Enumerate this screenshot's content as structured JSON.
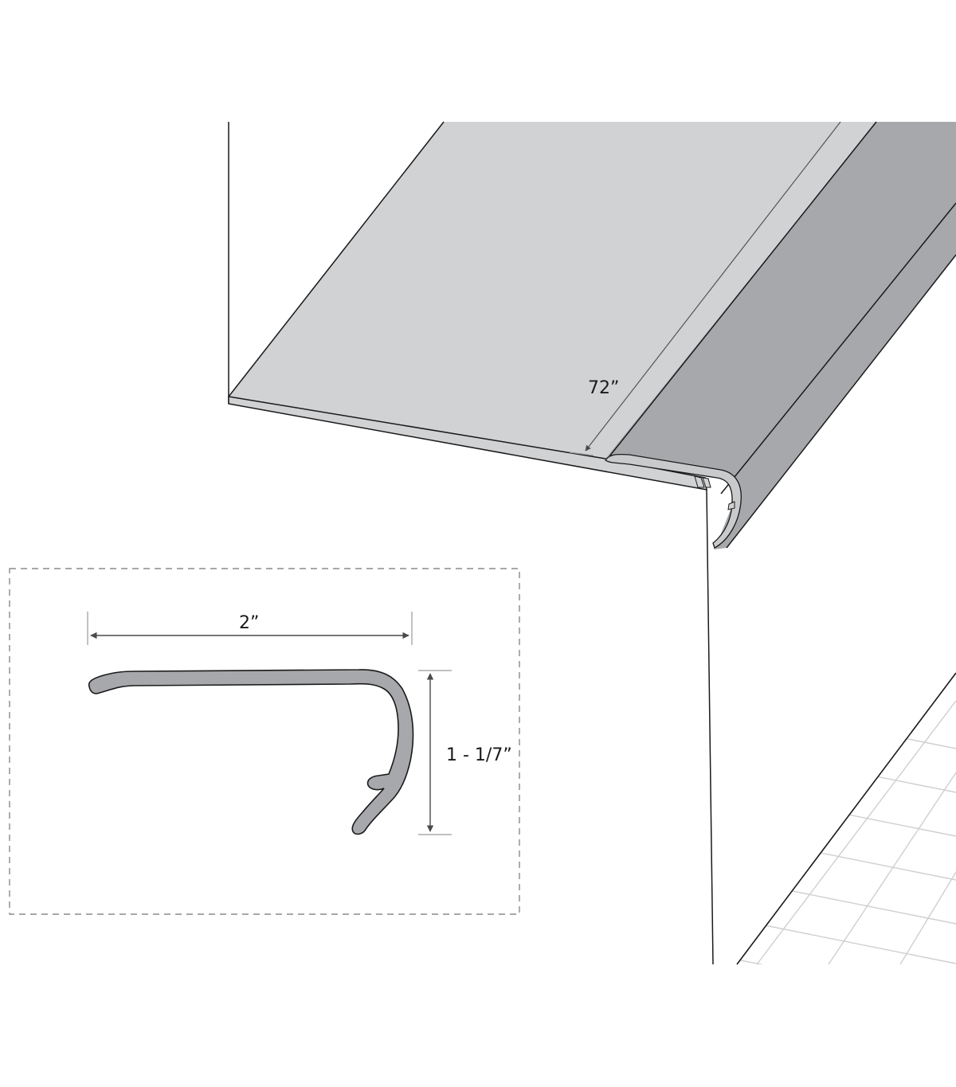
{
  "diagram": {
    "type": "stair-nose-profile-drawing",
    "colors": {
      "background": "#ffffff",
      "tread_top": "#d1d2d4",
      "nose_strip": "#a7a8ab",
      "profile_fill": "#a7a8ab",
      "outline": "#1a1a1a",
      "dimension_line": "#4a4a4a",
      "extension_line": "#9a9a9a",
      "tile_grid": "#cfcfcf",
      "dashed_box": "#8a8a8a"
    },
    "isometric_view": {
      "length_label": "72”"
    },
    "profile_inset": {
      "width_label": "2”",
      "height_label": "1 - 1/7”"
    }
  }
}
